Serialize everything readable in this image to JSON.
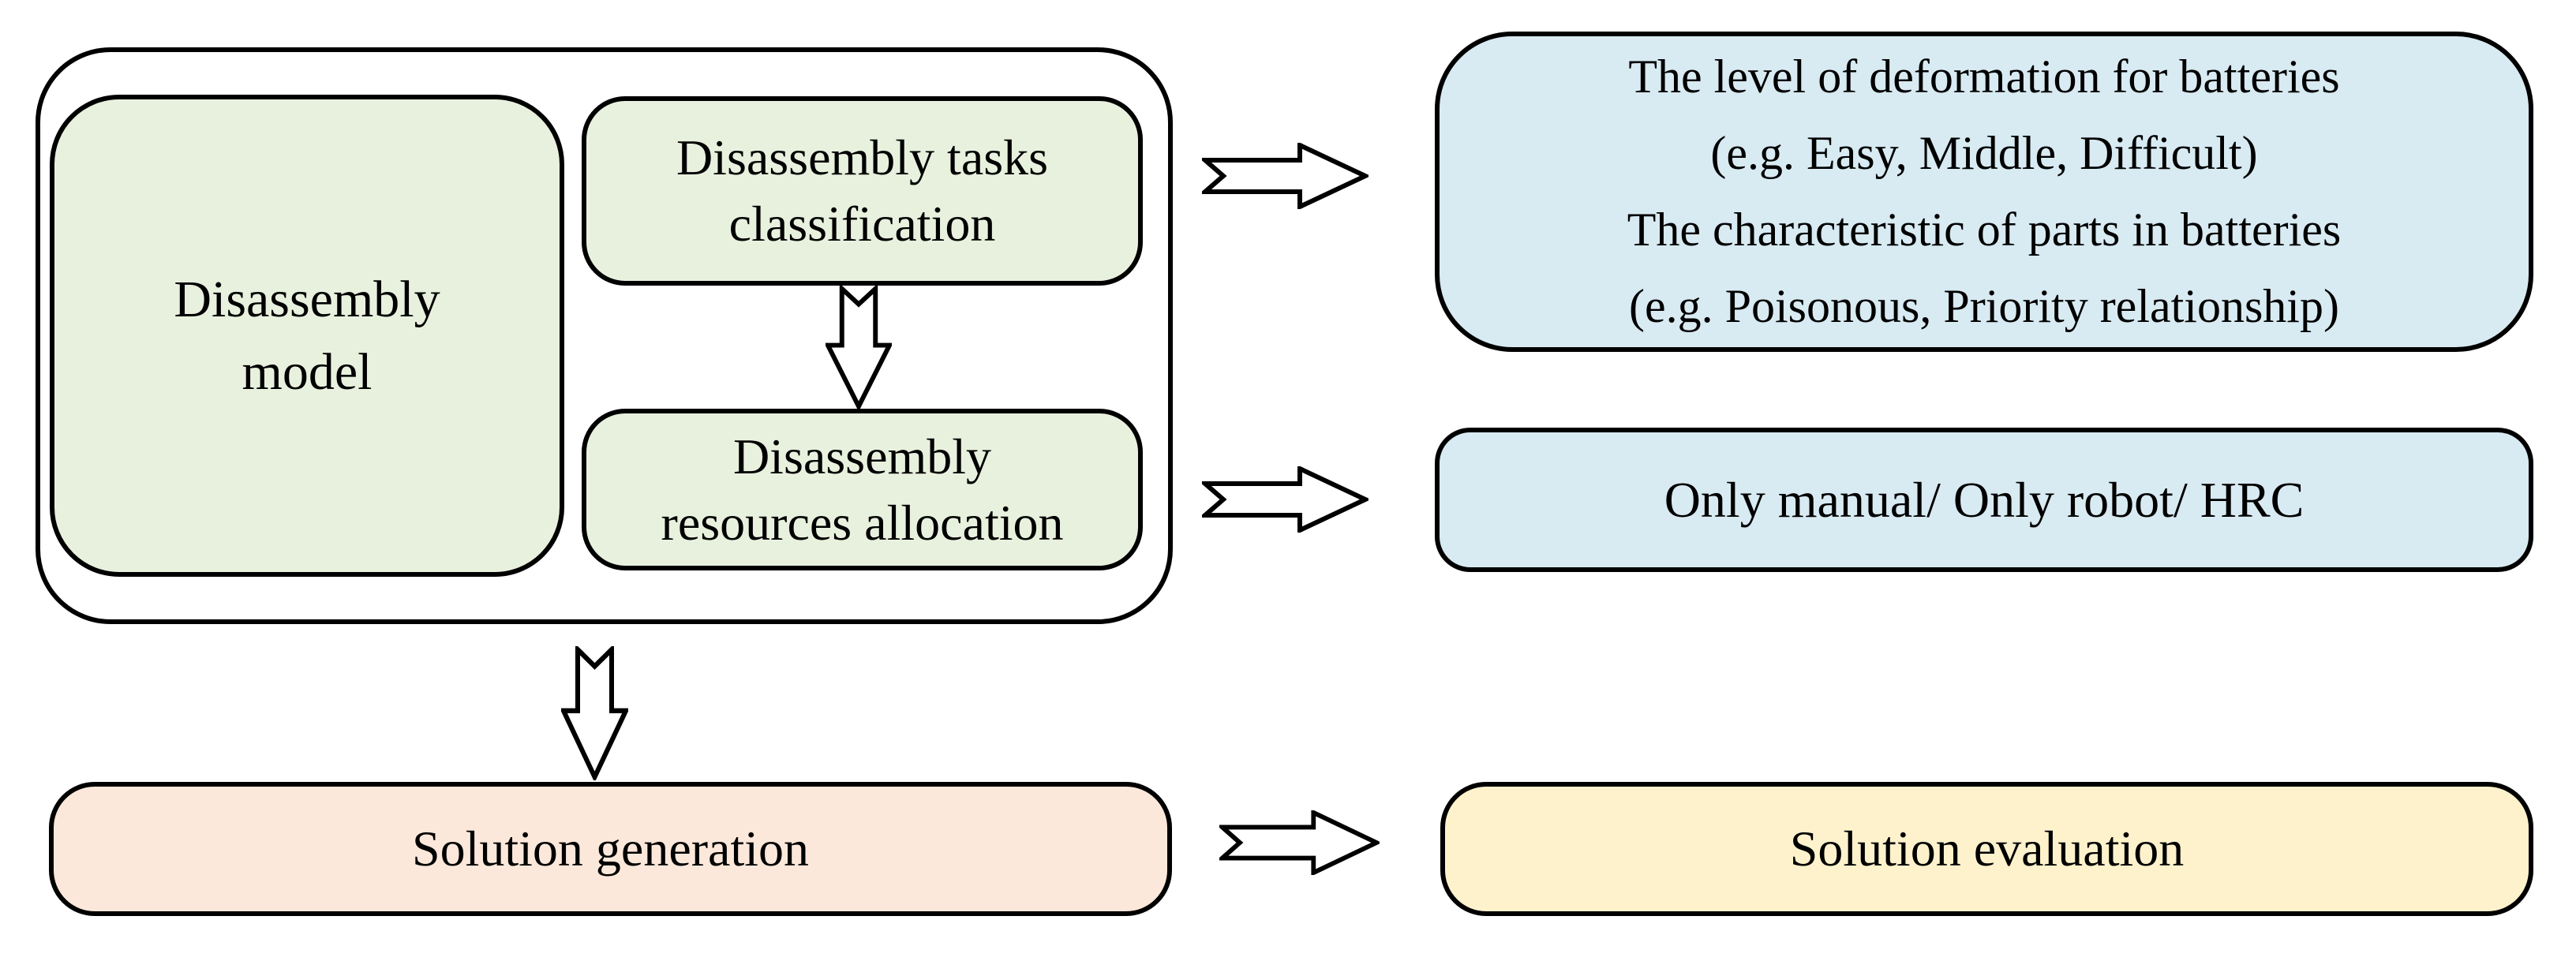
{
  "figure": {
    "type": "flow-diagram",
    "group": {
      "name": "disassembly-model-group"
    },
    "boxes": {
      "disassembly_model": {
        "lines": [
          "Disassembly",
          "model"
        ],
        "fill": "#e8f1de"
      },
      "disassembly_tasks_classification": {
        "lines": [
          "Disassembly tasks",
          "classification"
        ],
        "fill": "#e8f1de"
      },
      "disassembly_resources_allocation": {
        "lines": [
          "Disassembly",
          "resources allocation"
        ],
        "fill": "#e8f1de"
      },
      "battery_deformation_info": {
        "lines": [
          "The level of deformation for batteries",
          "(e.g. Easy, Middle, Difficult)",
          "The characteristic of parts in batteries",
          "(e.g. Poisonous, Priority relationship)"
        ],
        "fill": "#d8eaf2"
      },
      "resource_modes": {
        "lines": [
          "Only manual/ Only robot/ HRC"
        ],
        "fill": "#d8eaf2"
      },
      "solution_generation": {
        "lines": [
          "Solution generation"
        ],
        "fill": "#fce8da"
      },
      "solution_evaluation": {
        "lines": [
          "Solution evaluation"
        ],
        "fill": "#fdf2cc"
      }
    },
    "arrows": [
      {
        "id": "tasks-to-resources",
        "direction": "down",
        "style": "outlined-block-arrow-notched-tail"
      },
      {
        "id": "group-to-deformation-info",
        "direction": "right",
        "style": "outlined-block-arrow-notched-tail"
      },
      {
        "id": "resources-to-resource-modes",
        "direction": "right",
        "style": "outlined-block-arrow-notched-tail"
      },
      {
        "id": "group-to-solution-generation",
        "direction": "down",
        "style": "outlined-block-arrow-notched-tail"
      },
      {
        "id": "generation-to-evaluation",
        "direction": "right",
        "style": "outlined-block-arrow-notched-tail"
      }
    ],
    "colors": {
      "background": "#ffffff",
      "border": "#000000",
      "text": "#000000",
      "green_fill": "#e8f1de",
      "blue_fill": "#d8eaf2",
      "peach_fill": "#fce8da",
      "yellow_fill": "#fdf2cc",
      "arrow_fill": "#ffffff"
    }
  }
}
